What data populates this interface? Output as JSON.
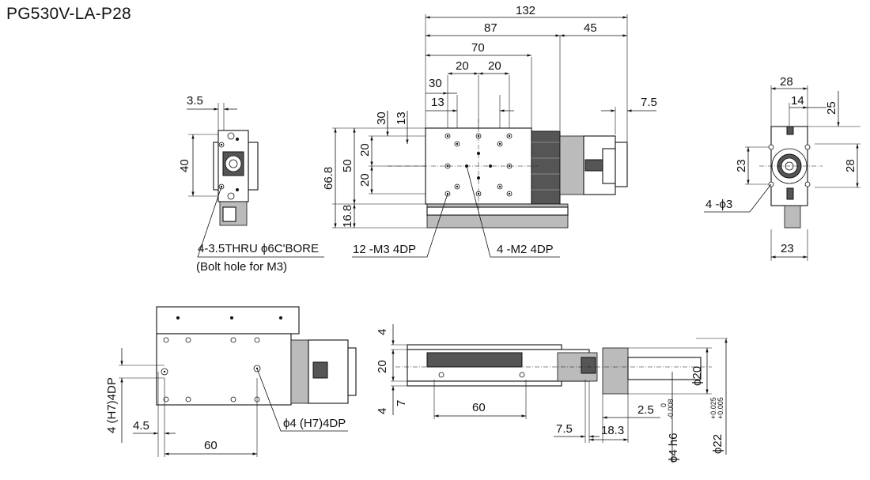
{
  "title": "PG530V-LA-P28",
  "top_view": {
    "overall": "132",
    "d87": "87",
    "d45": "45",
    "d70": "70",
    "d20a": "20",
    "d20b": "20",
    "d30": "30",
    "d13": "13",
    "d7_5": "7.5",
    "v30": "30",
    "v13": "13",
    "v20a": "20",
    "v50": "50",
    "v20b": "20",
    "v66_8": "66.8",
    "v16_8": "16.8",
    "note_m3": "12 -M3 4DP",
    "note_m2": "4 -M2 4DP"
  },
  "left_view": {
    "d3_5": "3.5",
    "d40": "40",
    "note_bolt": "4-3.5THRU ϕ6C'BORE",
    "note_bolt_sub": "(Bolt hole for M3)"
  },
  "right_view": {
    "d28_top": "28",
    "d14": "14",
    "d25": "25",
    "d23_left": "23",
    "d28_right": "28",
    "d23_bottom": "23",
    "note_holes": "4 -ϕ3"
  },
  "bottom_view": {
    "v4h7": "4 (H7)4DP",
    "d4_5": "4.5",
    "d60": "60",
    "note_pin": "ϕ4 (H7)4DP"
  },
  "side_view": {
    "v4a": "4",
    "v20": "20",
    "v7": "7",
    "v4b": "4",
    "d60": "60",
    "d7_5": "7.5",
    "d18_3": "18.3",
    "d2_5": "2.5",
    "phi20": "ϕ20",
    "phi4": "ϕ4 h6",
    "phi4_tol_upper": "0",
    "phi4_tol_lower": "-0.008",
    "phi22": "ϕ22",
    "phi22_tol_upper": "+0.025",
    "phi22_tol_lower": "+0.005"
  }
}
